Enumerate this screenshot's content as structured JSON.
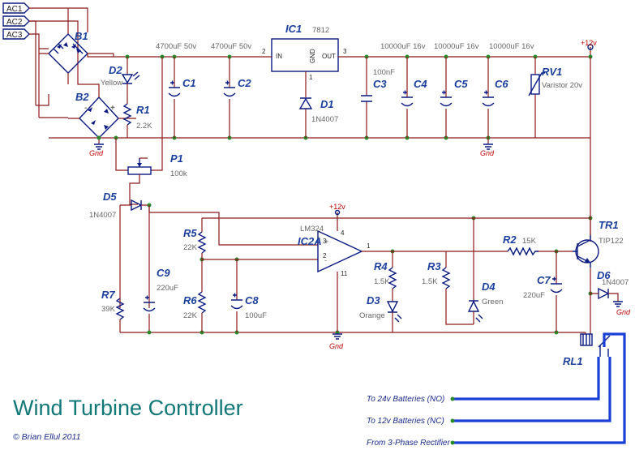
{
  "title": "Wind Turbine Controller",
  "credit": "© Brian Ellul 2011",
  "inputs": {
    "ac1": "AC1",
    "ac2": "AC2",
    "ac3": "AC3"
  },
  "rails": {
    "plus12_top": "+12v",
    "plus12_opamp": "+12v",
    "gnd": "Gnd"
  },
  "components": {
    "b1": {
      "ref": "B1"
    },
    "b2": {
      "ref": "B2"
    },
    "d2": {
      "ref": "D2",
      "value": "Yellow"
    },
    "r1": {
      "ref": "R1",
      "value": "2.2K"
    },
    "c1": {
      "ref": "C1",
      "value": "4700uF 50v"
    },
    "c2": {
      "ref": "C2",
      "value": "4700uF 50v"
    },
    "ic1": {
      "ref": "IC1",
      "value": "7812",
      "pin_in": "IN",
      "pin_out": "OUT",
      "pin_gnd": "GND",
      "pin1": "2",
      "pin3": "3",
      "pin2": "1"
    },
    "d1": {
      "ref": "D1",
      "value": "1N4007"
    },
    "c3": {
      "ref": "C3",
      "value": "100nF"
    },
    "c4": {
      "ref": "C4",
      "value": "10000uF 16v"
    },
    "c5": {
      "ref": "C5",
      "value": "10000uF 16v"
    },
    "c6": {
      "ref": "C6",
      "value": "10000uF 16v"
    },
    "rv1": {
      "ref": "RV1",
      "value": "Varistor 20v"
    },
    "p1": {
      "ref": "P1",
      "value": "100k"
    },
    "d5": {
      "ref": "D5",
      "value": "1N4007"
    },
    "r5": {
      "ref": "R5",
      "value": "22K"
    },
    "r6": {
      "ref": "R6",
      "value": "22K"
    },
    "r7": {
      "ref": "R7",
      "value": "39K"
    },
    "c9": {
      "ref": "C9",
      "value": "220uF"
    },
    "c8": {
      "ref": "C8",
      "value": "100uF"
    },
    "ic2": {
      "ref": "IC2A",
      "value": "LM324",
      "pin3": "3",
      "pin2": "2",
      "pin1": "1",
      "pin4": "4",
      "pin11": "11"
    },
    "r4": {
      "ref": "R4",
      "value": "1.5K"
    },
    "r3": {
      "ref": "R3",
      "value": "1.5K"
    },
    "d3": {
      "ref": "D3",
      "value": "Orange"
    },
    "d4": {
      "ref": "D4",
      "value": "Green"
    },
    "r2": {
      "ref": "R2",
      "value": "15K"
    },
    "c7": {
      "ref": "C7",
      "value": "220uF"
    },
    "tr1": {
      "ref": "TR1",
      "value": "TIP122"
    },
    "d6": {
      "ref": "D6",
      "value": "1N4007"
    },
    "rl1": {
      "ref": "RL1"
    }
  },
  "connectors": {
    "no": "To 24v Batteries (NO)",
    "nc": "To 12v Batteries (NC)",
    "rect": "From 3-Phase Rectifier"
  }
}
